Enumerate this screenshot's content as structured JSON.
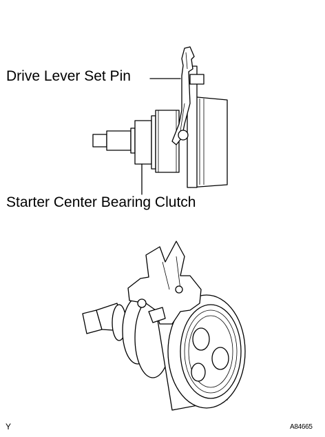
{
  "labels": {
    "drive_lever_set_pin": "Drive Lever Set Pin",
    "starter_center_bearing_clutch": "Starter Center Bearing Clutch",
    "corner_mark": "Y",
    "figure_code": "A84665"
  },
  "colors": {
    "ink": "#000000",
    "background": "#ffffff"
  }
}
